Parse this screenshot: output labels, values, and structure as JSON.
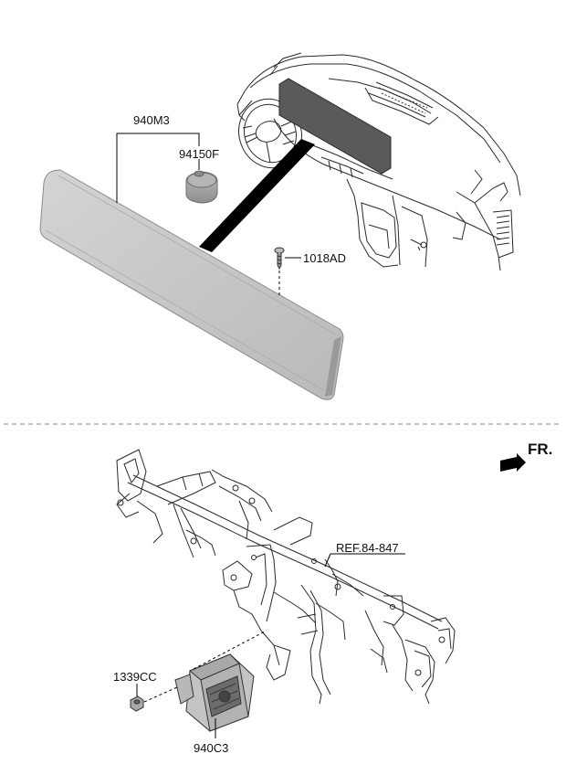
{
  "labels": {
    "display_assembly": "940M3",
    "speaker": "94150F",
    "screw": "1018AD",
    "ref_crash_pad_bar": "REF.84-847",
    "nut": "1339CC",
    "control_unit": "940C3",
    "front_indicator": "FR."
  },
  "colors": {
    "line": "#2a2a2a",
    "panel_fill": "#c9c9c9",
    "panel_edge": "#9a9a9a",
    "callout": "#000000"
  }
}
